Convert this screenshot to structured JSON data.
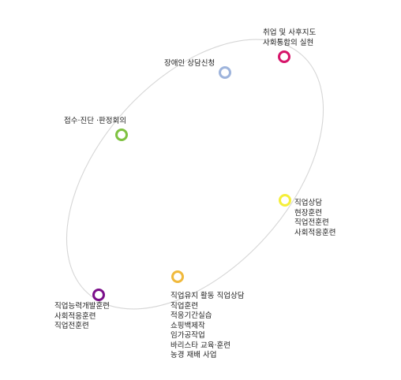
{
  "colors": {
    "orbit": "#d6d6d6",
    "step_1": "#7b0f8a",
    "step_2": "#f0b93c",
    "step_3": "#f5ef3a",
    "step_4": "#7fc241",
    "step_5": "#9eb4dc",
    "step_6": "#d6156a"
  },
  "steps": [
    {
      "id": "step-1",
      "lines": [
        "직업능력개발훈련",
        "사회적응훈련",
        "직업전훈련"
      ]
    },
    {
      "id": "step-2",
      "lines": [
        "직업유지 활동 직업상담",
        "직업훈련",
        "적응기간실습",
        "쇼핑백제작",
        "임가공작업",
        "바리스타 교육·훈련",
        "농경 재배 사업"
      ]
    },
    {
      "id": "step-3",
      "lines": [
        "직업상담",
        "현장훈련",
        "직업전훈련",
        "사회적응훈련"
      ]
    },
    {
      "id": "step-4",
      "lines": [
        "접수·진단 ·판정회의"
      ]
    },
    {
      "id": "step-5",
      "lines": [
        "장애인 상담신청"
      ]
    },
    {
      "id": "step-6",
      "lines": [
        "취업 및 사후지도",
        "사회통합의 실현"
      ]
    }
  ]
}
